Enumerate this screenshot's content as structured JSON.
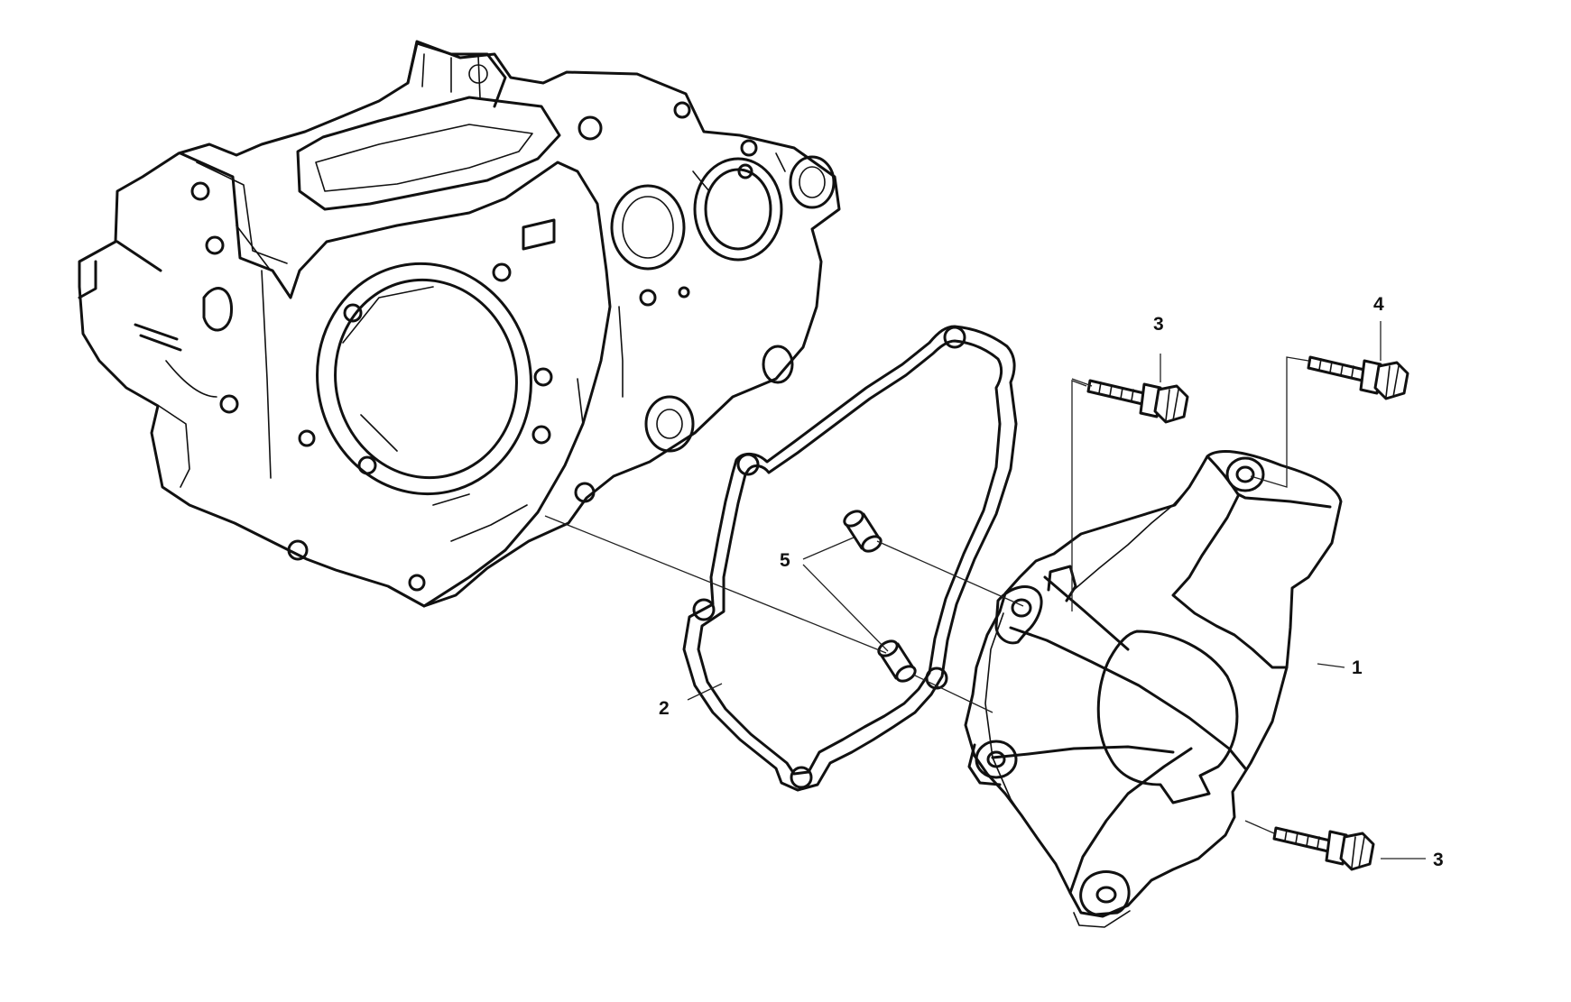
{
  "callouts": {
    "c1": "1",
    "c2": "2",
    "c3_top": "3",
    "c3_bottom": "3",
    "c4": "4",
    "c5": "5"
  }
}
